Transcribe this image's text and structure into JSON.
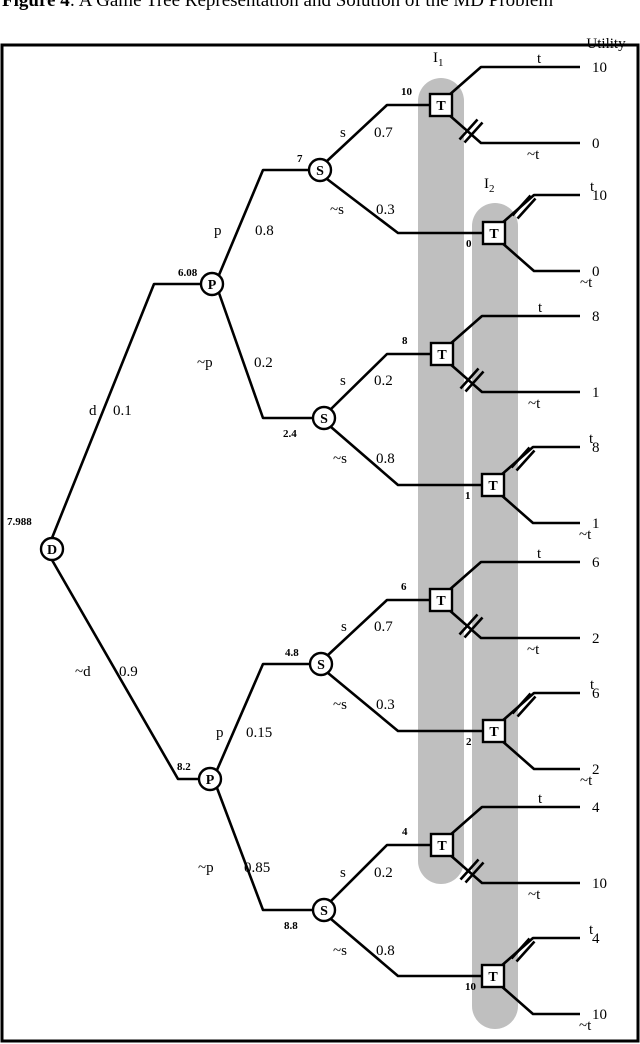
{
  "caption": {
    "label": "Figure 4",
    "text": ": A Game Tree Representation and Solution of the MD Problem"
  },
  "utility_header": "Utility",
  "info_sets": [
    {
      "main": "I",
      "sub": "1"
    },
    {
      "main": "I",
      "sub": "2"
    }
  ],
  "root": {
    "letter": "D",
    "value": "7.988"
  },
  "branches": {
    "d": {
      "label": "d",
      "prob": "0.1"
    },
    "not_d": {
      "label": "~d",
      "prob": "0.9"
    }
  },
  "p_nodes": [
    {
      "letter": "P",
      "value": "6.08",
      "up": {
        "label": "p",
        "prob": "0.8"
      },
      "down": {
        "label": "~p",
        "prob": "0.2"
      }
    },
    {
      "letter": "P",
      "value": "8.2",
      "up": {
        "label": "p",
        "prob": "0.15"
      },
      "down": {
        "label": "~p",
        "prob": "0.85"
      }
    }
  ],
  "s_nodes": [
    {
      "letter": "S",
      "value": "7",
      "up": {
        "label": "s",
        "prob": "0.7"
      },
      "down": {
        "label": "~s",
        "prob": "0.3"
      }
    },
    {
      "letter": "S",
      "value": "2.4",
      "up": {
        "label": "s",
        "prob": "0.2"
      },
      "down": {
        "label": "~s",
        "prob": "0.8"
      }
    },
    {
      "letter": "S",
      "value": "4.8",
      "up": {
        "label": "s",
        "prob": "0.7"
      },
      "down": {
        "label": "~s",
        "prob": "0.3"
      }
    },
    {
      "letter": "S",
      "value": "8.8",
      "up": {
        "label": "s",
        "prob": "0.2"
      },
      "down": {
        "label": "~s",
        "prob": "0.8"
      }
    }
  ],
  "t_nodes": [
    {
      "letter": "T",
      "value": "10",
      "set": "I1",
      "pruned": "not-t",
      "t_label": "t",
      "nt_label": "~t",
      "u_t": "10",
      "u_nt": "0"
    },
    {
      "letter": "T",
      "value": "0",
      "set": "I2",
      "pruned": "t",
      "t_label": "t",
      "nt_label": "~t",
      "u_t": "10",
      "u_nt": "0"
    },
    {
      "letter": "T",
      "value": "8",
      "set": "I1",
      "pruned": "not-t",
      "t_label": "t",
      "nt_label": "~t",
      "u_t": "8",
      "u_nt": "1"
    },
    {
      "letter": "T",
      "value": "1",
      "set": "I2",
      "pruned": "t",
      "t_label": "t",
      "nt_label": "~t",
      "u_t": "8",
      "u_nt": "1"
    },
    {
      "letter": "T",
      "value": "6",
      "set": "I1",
      "pruned": "not-t",
      "t_label": "t",
      "nt_label": "~t",
      "u_t": "6",
      "u_nt": "2"
    },
    {
      "letter": "T",
      "value": "2",
      "set": "I2",
      "pruned": "t",
      "t_label": "t",
      "nt_label": "~t",
      "u_t": "6",
      "u_nt": "2"
    },
    {
      "letter": "T",
      "value": "4",
      "set": "I1",
      "pruned": "not-t",
      "t_label": "t",
      "nt_label": "~t",
      "u_t": "4",
      "u_nt": "10"
    },
    {
      "letter": "T",
      "value": "10",
      "set": "I2",
      "pruned": "t",
      "t_label": "t",
      "nt_label": "~t",
      "u_t": "4",
      "u_nt": "10"
    }
  ],
  "colors": {
    "ink": "#000000",
    "info_set_fill": "#b4b4b4",
    "background": "#ffffff"
  }
}
